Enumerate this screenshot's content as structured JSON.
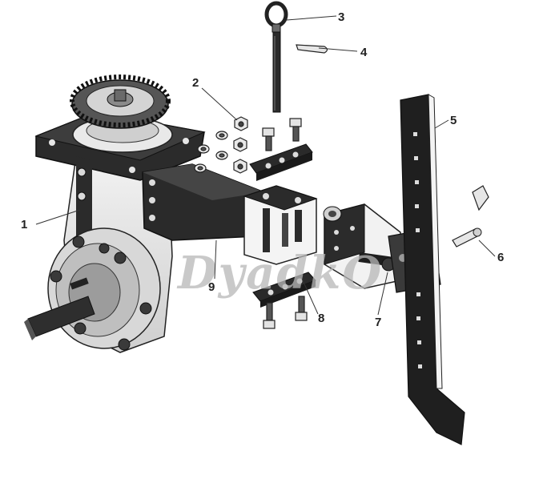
{
  "watermark": "DyadkO",
  "callouts": [
    "1",
    "2",
    "3",
    "4",
    "5",
    "6",
    "7",
    "8",
    "9"
  ]
}
